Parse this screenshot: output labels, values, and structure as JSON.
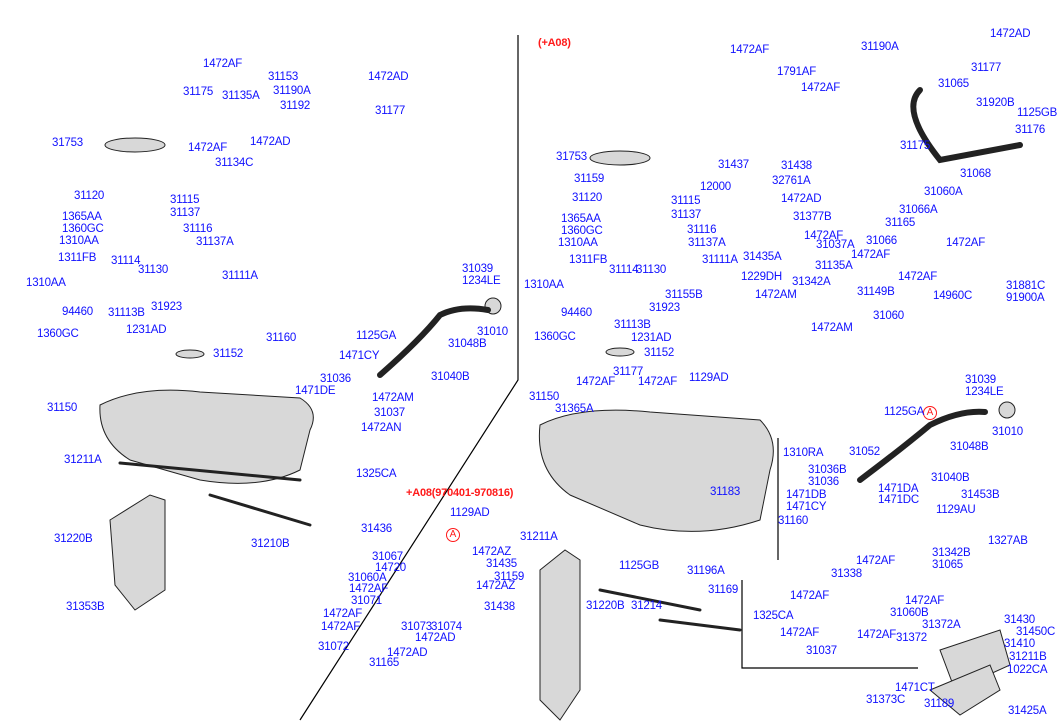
{
  "variant_notes": {
    "right_variant": "(+A08)",
    "inset_variant": "+A08(970401-970816)"
  },
  "markers": [
    "A",
    "A"
  ],
  "colors": {
    "label": "#1010ff",
    "variant": "#ff1a1a",
    "line": "#000000",
    "part_fill": "#d8d8d8"
  },
  "labels": [
    "1472AF",
    "31153",
    "1472AD",
    "31175",
    "31135A",
    "31190A",
    "31192",
    "31177",
    "31753",
    "1472AF",
    "1472AD",
    "31134C",
    "31120",
    "31115",
    "31137",
    "1365AA",
    "1360GC",
    "31116",
    "1310AA",
    "31137A",
    "1311FB",
    "31114",
    "31130",
    "31111A",
    "1310AA",
    "31923",
    "94460",
    "31113B",
    "1231AD",
    "1360GC",
    "31039",
    "1234LE",
    "31010",
    "1125GA",
    "31048B",
    "31160",
    "31152",
    "1471CY",
    "31040B",
    "31036",
    "1471DE",
    "1472AM",
    "31037",
    "1472AN",
    "31150",
    "31211A",
    "1325CA",
    "31220B",
    "31210B",
    "31353B",
    "1129AD",
    "31436",
    "31067",
    "14720",
    "1472AZ",
    "31435",
    "31060A",
    "31159",
    "1472AF",
    "1472AZ",
    "31071",
    "31438",
    "1472AF",
    "1472AF",
    "31073",
    "31074",
    "1472AD",
    "31072",
    "1472AD",
    "31165",
    "1472AF",
    "31190A",
    "1472AD",
    "1791AF",
    "31177",
    "1472AF",
    "31065",
    "31920B",
    "1125GB",
    "31176",
    "31175",
    "31753",
    "31437",
    "31438",
    "31159",
    "32761A",
    "12000",
    "1472AD",
    "31120",
    "31115",
    "31068",
    "31060A",
    "31377B",
    "1365AA",
    "31137",
    "31066A",
    "1360GC",
    "31116",
    "31165",
    "1472AF",
    "1310AA",
    "31137A",
    "31037A",
    "31435A",
    "31066",
    "1472AF",
    "1472AF",
    "1311FB",
    "31114",
    "31130",
    "31111A",
    "31135A",
    "1229DH",
    "1472AF",
    "31342A",
    "1310AA",
    "31881C",
    "91900A",
    "31155B",
    "1472AM",
    "31149B",
    "14960C",
    "31923",
    "94460",
    "31113B",
    "1231AD",
    "1360GC",
    "1472AM",
    "31060",
    "31152",
    "1129AD",
    "31177",
    "1472AF",
    "1472AF",
    "31150",
    "31365A",
    "31039",
    "1234LE",
    "1125GA",
    "31010",
    "1310RA",
    "31052",
    "31048B",
    "31036B",
    "31036",
    "1471DA",
    "1471DB",
    "1471DC",
    "31040B",
    "31453B",
    "1471CY",
    "1129AU",
    "31183",
    "31160",
    "1327AB",
    "31211A",
    "31342B",
    "31065",
    "1125GB",
    "31196A",
    "1472AF",
    "31338",
    "31220B",
    "31214",
    "31169",
    "1472AF",
    "1325CA",
    "1472AF",
    "31060B",
    "31430",
    "31450C",
    "31372A",
    "31372",
    "31410",
    "1472AF",
    "1472AF",
    "31037",
    "31211B",
    "1022CA",
    "1471CT",
    "31373C",
    "31189",
    "31425A"
  ]
}
